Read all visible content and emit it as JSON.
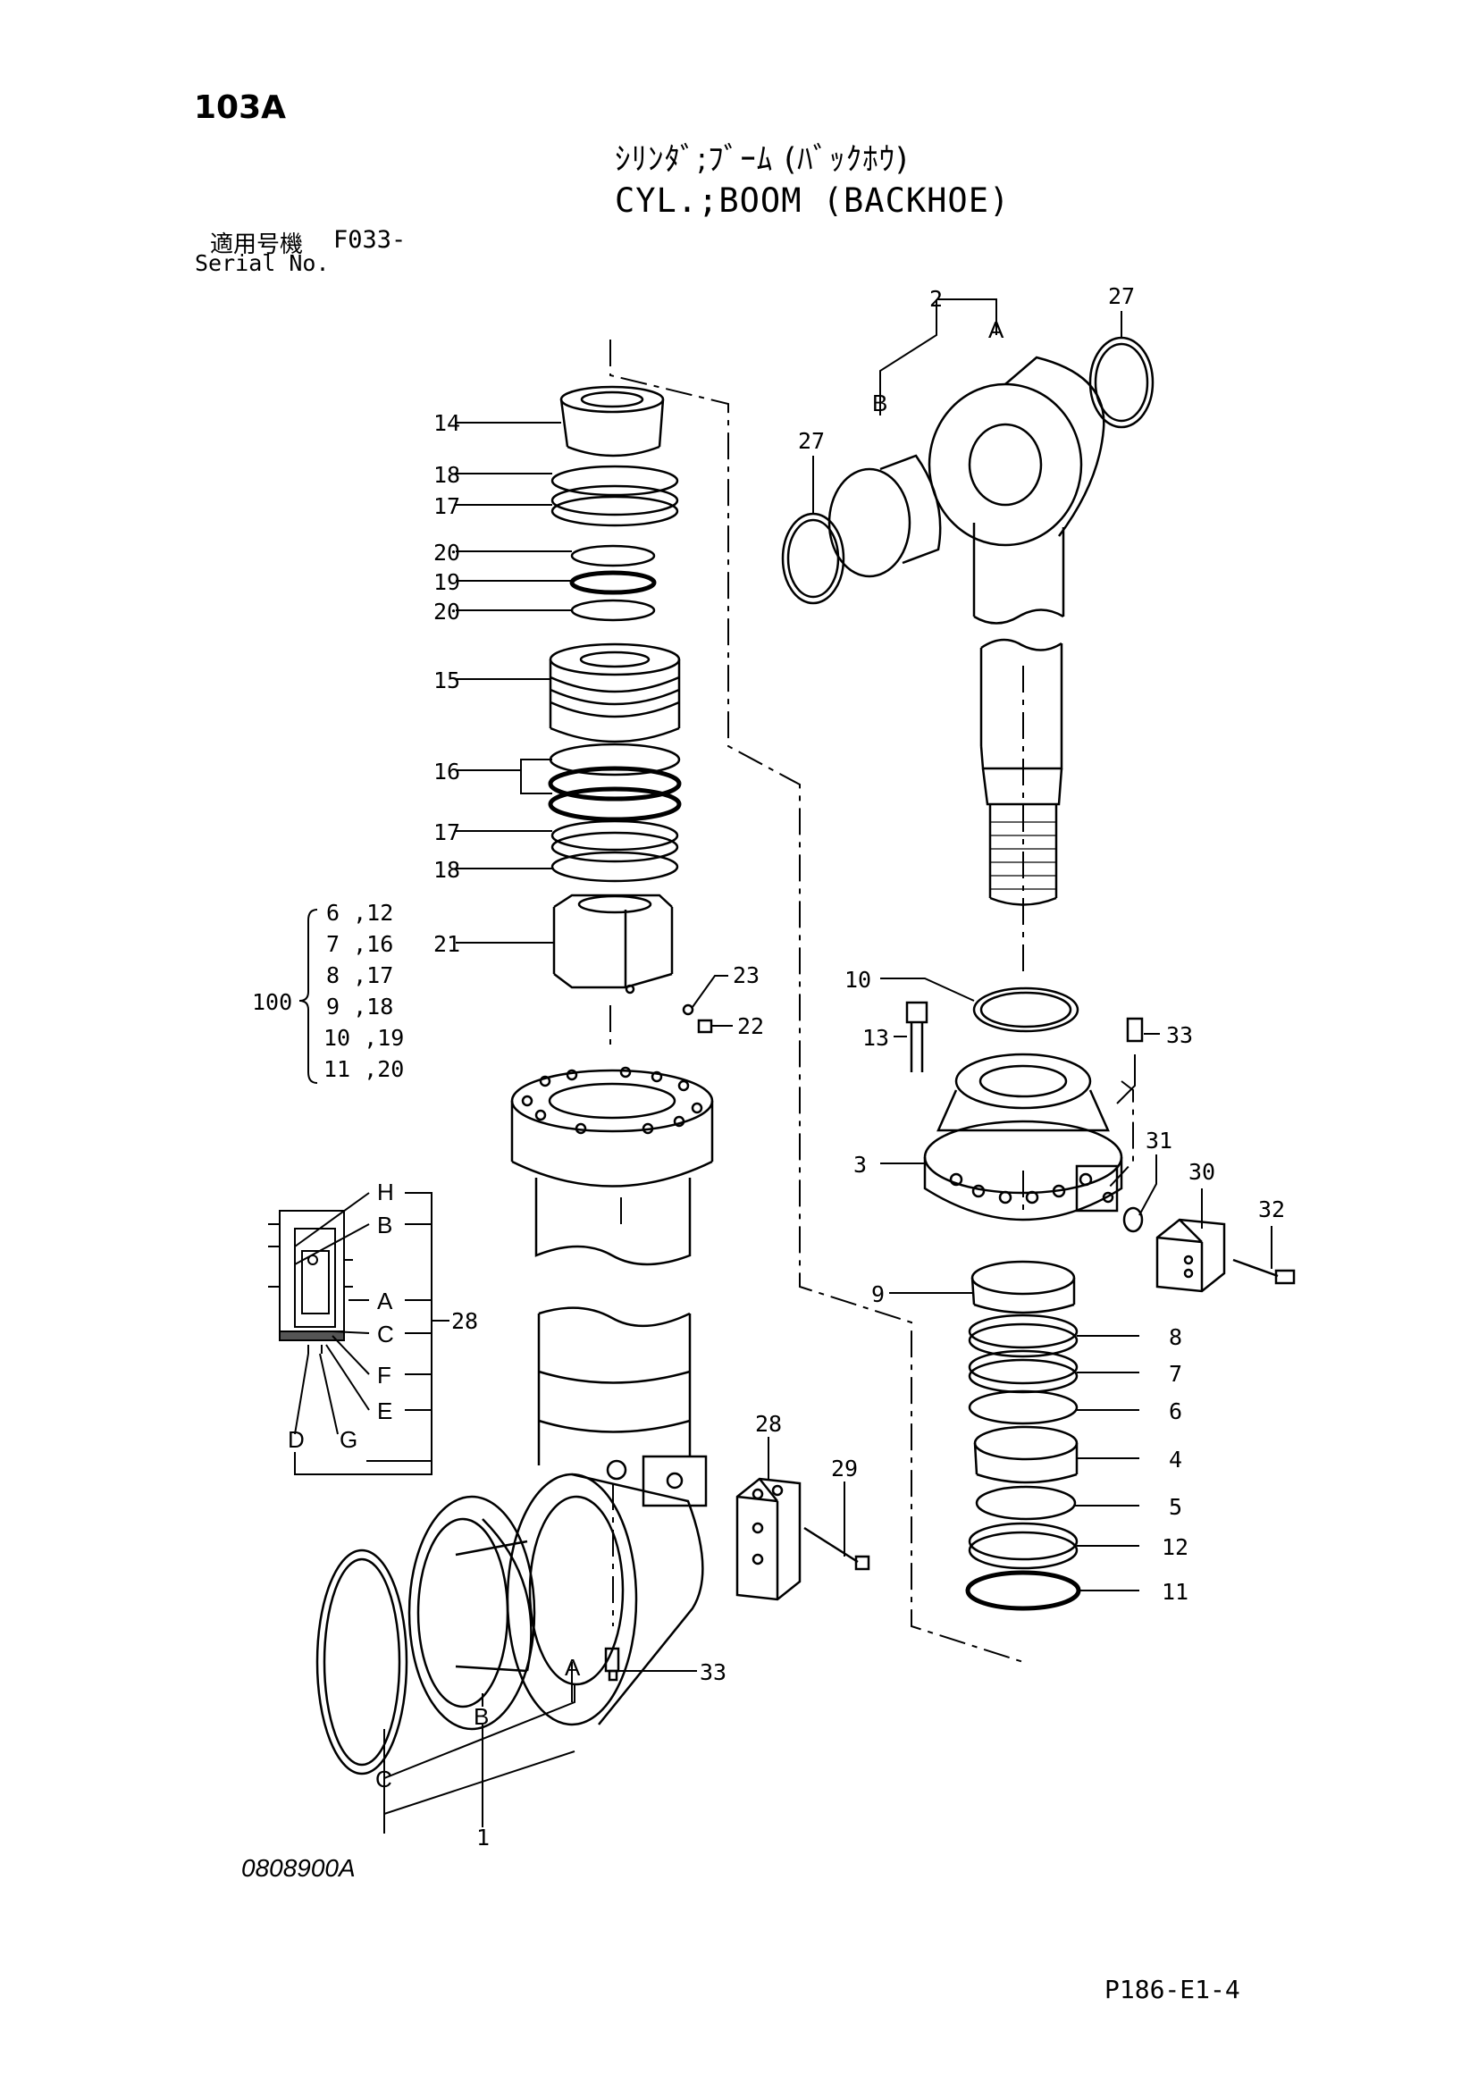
{
  "header": {
    "page_number": "103A",
    "title_jp": "ｼﾘﾝﾀﾞ;ﾌﾞｰﾑ (ﾊﾞｯｸﾎｳ)",
    "title_en": "CYL.;BOOM (BACKHOE)",
    "serial_label_jp": "適用号機",
    "serial_value": "F033-",
    "serial_label_en": "Serial No."
  },
  "footer": {
    "drawing_number": "0808900A",
    "page_code": "P186-E1-4"
  },
  "parts": {
    "p14": "14",
    "p18a": "18",
    "p17a": "17",
    "p20a": "20",
    "p19": "19",
    "p20b": "20",
    "p15": "15",
    "p16": "16",
    "p17b": "17",
    "p18b": "18",
    "p21": "21",
    "p23": "23",
    "p22": "22",
    "p2": "2",
    "p27a": "27",
    "p27b": "27",
    "lA_top": "A",
    "lB_top": "B",
    "p10": "10",
    "p13": "13",
    "p33a": "33",
    "p3": "3",
    "p31": "31",
    "p30": "30",
    "p32": "32",
    "p9": "9",
    "p8": "8",
    "p7": "7",
    "p6": "6",
    "p4": "4",
    "p5": "5",
    "p12": "12",
    "p11": "11",
    "p28a": "28",
    "p28b": "28",
    "p29": "29",
    "p33b": "33",
    "lA_bot": "A",
    "lB_bot": "B",
    "lC_bot": "C",
    "p1": "1"
  },
  "kit_100": {
    "label": "100",
    "items": [
      "6 ,12",
      "7 ,16",
      "8 ,17",
      "9 ,18",
      "10 ,19",
      "11 ,20"
    ]
  },
  "detail_28": {
    "letters": [
      "H",
      "B",
      "A",
      "C",
      "F",
      "E",
      "D",
      "G"
    ]
  }
}
